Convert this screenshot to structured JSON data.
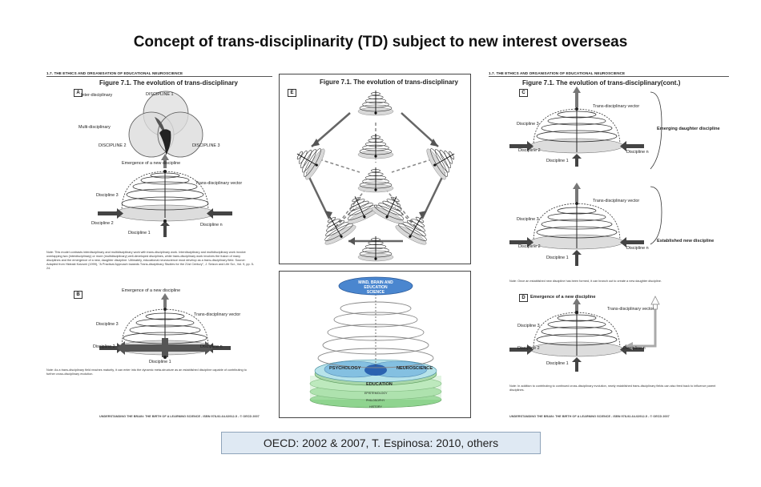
{
  "title": "Concept of trans-disciplinarity (TD) subject to new interest overseas",
  "source_caption": "OECD: 2002 & 2007, T. Espinosa: 2010, others",
  "left_page": {
    "header": "1.7. THE ETHICS AND ORGANISATION OF EDUCATIONAL NEUROSCIENCE",
    "figure_title": "Figure 7.1. The evolution of trans-disciplinary",
    "panel_a": {
      "box": "A",
      "labels": [
        "Inter-disciplinary",
        "Multi-disciplinary",
        "DISCIPLINE 1",
        "DISCIPLINE 2",
        "DISCIPLINE 3"
      ],
      "emergence": "Emergence of a new discipline",
      "td_vector": "Trans-disciplinary vector",
      "d1": "Discipline 1",
      "d2": "Discipline 2",
      "d3": "Discipline 3",
      "dn": "Discipline n"
    },
    "note_a": "Note: This model contrasts interdisciplinary and multidisciplinary work with trans-disciplinary work. Interdisciplinary and multidisciplinary work involve overlapping two (interdisciplinary) or more (multidisciplinary) well-developed disciplines, while trans-disciplinary work involves the fusion of many disciplines and the emergence of a new, daughter discipline. Ultimately, educational neuroscience must develop as a trans-disciplinary field. Source: Adapted from Hideaki Koizumi (1999), \"A Practical Approach towards Trans-disciplinary Studies for the 21st Century\", J. Seizon and Life Sci., Vol. 9, pp. 5-24.",
    "panel_b": {
      "box": "B",
      "emergence": "Emergence of a new discipline",
      "td_vector": "Trans-disciplinary vector",
      "d1": "Discipline 1",
      "d2": "Discipline 2",
      "d3": "Discipline 3",
      "dn": "Discipline n"
    },
    "note_b": "Note: As a trans-disciplinary field reaches maturity, it can enter into the dynamic meta-structure as an established discipline capable of contributing to further cross-disciplinary evolution.",
    "footer": "UNDERSTANDING THE BRAIN: THE BIRTH OF A LEARNING SCIENCE - ISBN 978-92-64-02912-5 - © OECD 2007"
  },
  "center": {
    "figure_title": "Figure 7.1. The evolution of trans-disciplinary",
    "panel_e_box": "E",
    "spiral_labels": {
      "top": "MIND, BRAIN AND EDUCATION SCIENCE",
      "psychology": "PSYCHOLOGY",
      "neuroscience": "NEUROSCIENCE",
      "education": "EDUCATION",
      "epistemology": "EPISTEMOLOGY",
      "philosophy": "PHILOSOPHY",
      "history": "HISTORY"
    }
  },
  "right_page": {
    "header": "1.7. THE ETHICS AND ORGANISATION OF EDUCATIONAL NEUROSCIENCE",
    "figure_title": "Figure 7.1. The evolution of trans-disciplinary(cont.)",
    "panel_c": {
      "box": "C",
      "td_vector": "Trans-disciplinary vector",
      "emerging": "Emerging daughter discipline",
      "established": "Established new discipline",
      "d1": "Discipline 1",
      "d2": "Discipline 2",
      "d3": "Discipline 3",
      "dn": "Discipline n"
    },
    "note_c": "Note: Once an established new discipline has been formed, it can branch out to create a new daughter discipline.",
    "panel_d": {
      "box": "D",
      "emergence": "Emergence of a new discipline",
      "td_vector": "Trans-disciplinary vector",
      "d1": "Discipline 1",
      "d2": "Discipline 2",
      "d3": "Discipline 3",
      "dn": "Discipline n"
    },
    "note_d": "Note: In addition to contributing to continued cross-disciplinary evolution, newly established trans-disciplinary fields can also feed back to influence parent disciplines.",
    "footer": "UNDERSTANDING THE BRAIN: THE BIRTH OF A LEARNING SCIENCE - ISBN 978-92-64-02912-5 - © OECD 2007"
  }
}
